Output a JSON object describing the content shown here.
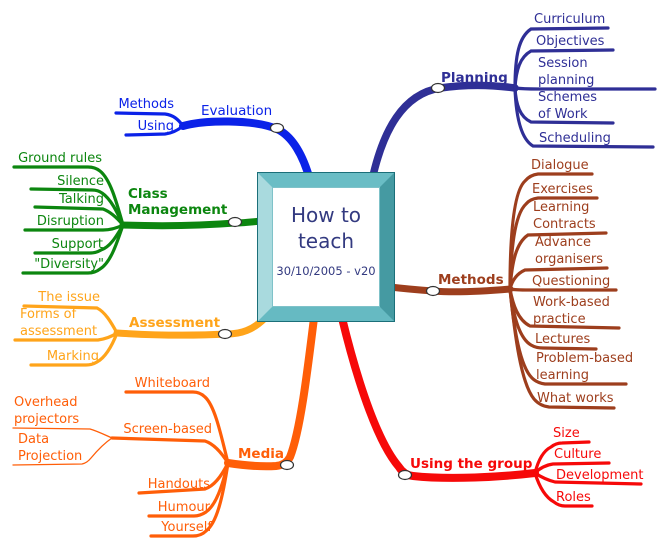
{
  "center": {
    "title": "How to teach",
    "date": "30/10/2005 - v20"
  },
  "branches": [
    {
      "label": "Planning",
      "color": "#2f2f96",
      "children": [
        "Curriculum",
        "Objectives",
        "Session planning",
        "Schemes of Work",
        "Scheduling"
      ]
    },
    {
      "label": "Evaluation",
      "color": "#0b22e8",
      "children": [
        "Methods",
        "Using"
      ]
    },
    {
      "label": "Class Management",
      "color": "#0c860f",
      "children": [
        "Ground rules",
        "Silence",
        "Talking",
        "Disruption",
        "Support",
        "\"Diversity\""
      ]
    },
    {
      "label": "Assessment",
      "color": "#ffa41a",
      "children": [
        "The issue",
        "Forms of assessment",
        "Marking"
      ]
    },
    {
      "label": "Media",
      "color": "#ff5e08",
      "children": [
        "Whiteboard",
        "Screen-based",
        "Handouts",
        "Humour",
        "Yourself"
      ],
      "sub_children": [
        "Overhead projectors",
        "Data Projection"
      ]
    },
    {
      "label": "Methods",
      "color": "#9d3e1d",
      "children": [
        "Dialogue",
        "Exercises",
        "Learning Contracts",
        "Advance organisers",
        "Questioning",
        "Work-based practice",
        "Lectures",
        "Problem-based learning",
        "What works"
      ]
    },
    {
      "label": "Using the group",
      "color": "#f60909",
      "children": [
        "Size",
        "Culture",
        "Development",
        "Roles"
      ]
    }
  ]
}
